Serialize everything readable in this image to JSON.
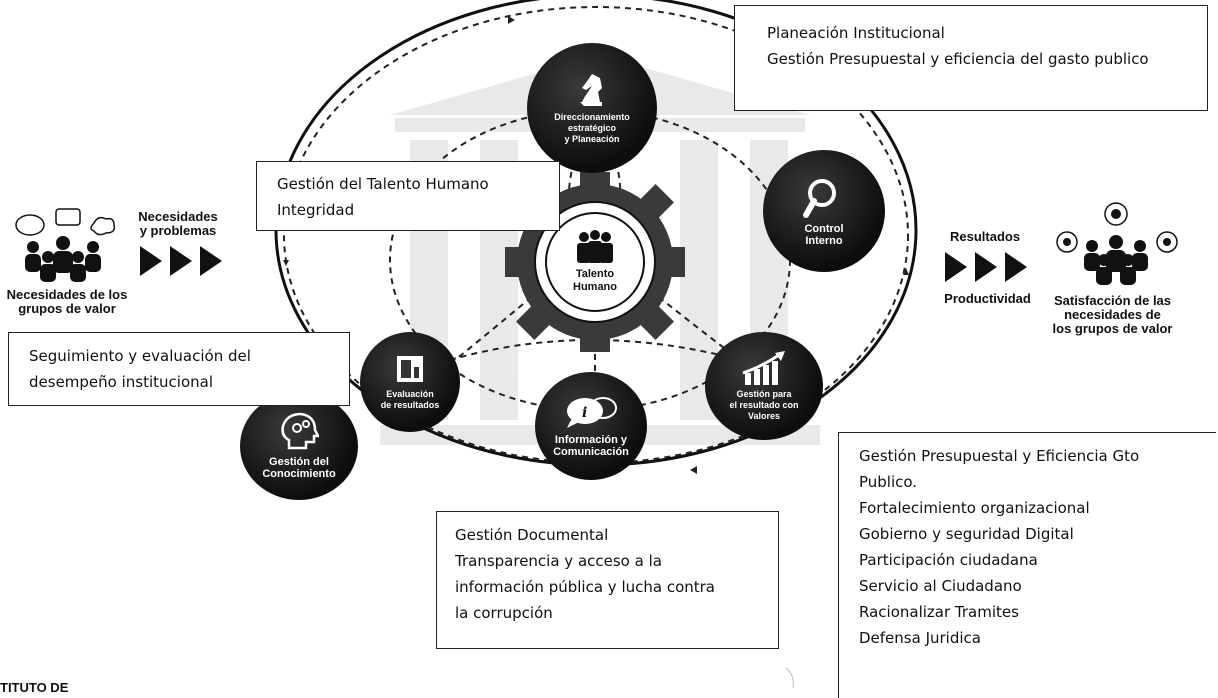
{
  "boxes": {
    "planeacion": [
      "Planeación Institucional",
      "Gestión Presupuestal y eficiencia del gasto publico"
    ],
    "talento": [
      "Gestión del Talento Humano",
      "Integridad"
    ],
    "seguimiento": [
      "Seguimiento y evaluación del",
      "desempeño institucional"
    ],
    "documental": [
      "Gestión Documental",
      "Transparencia y acceso a la",
      "información pública y lucha contra",
      "la corrupción"
    ],
    "presupuestal": [
      "Gestión Presupuestal y Eficiencia Gto",
      "Publico.",
      "Fortalecimiento organizacional",
      "Gobierno y seguridad Digital",
      "Participación ciudadana",
      "Servicio al Ciudadano",
      "Racionalizar Tramites",
      "Defensa Juridica"
    ]
  },
  "nodes": {
    "direccionamiento": [
      "Direccionamiento",
      "estratégico",
      "y Planeación"
    ],
    "control": [
      "Control",
      "Interno"
    ],
    "talento_humano": [
      "Talento",
      "Humano"
    ],
    "evaluacion": [
      "Evaluación",
      "de resultados"
    ],
    "gestion_valores": [
      "Gestión para",
      "el resultado con",
      "Valores"
    ],
    "informacion": [
      "Información y",
      "Comunicación"
    ],
    "conocimiento": [
      "Gestión del",
      "Conocimiento"
    ]
  },
  "left": {
    "needs_label": [
      "Necesidades",
      "y problemas"
    ],
    "group_label": [
      "Necesidades de los",
      "grupos de valor"
    ]
  },
  "right": {
    "results_label": "Resultados",
    "productivity_label": "Productividad",
    "satisfaction_label": [
      "Satisfacción de las",
      "necesidades de",
      "los grupos de valor"
    ]
  },
  "footer": {
    "fragment": "TITUTO DE"
  },
  "icons": [
    "people-group-icon",
    "speech-bubble-icon",
    "chess-knight-icon",
    "magnifier-icon",
    "team-icon",
    "report-icon",
    "growth-chart-icon",
    "chat-info-icon",
    "head-gears-icon",
    "satisfied-group-icon"
  ]
}
